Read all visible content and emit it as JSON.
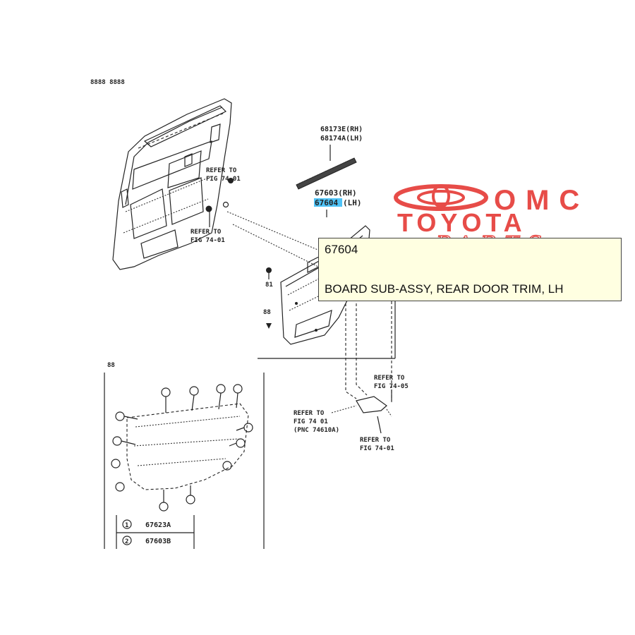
{
  "header_label": "8888 8888",
  "labels": {
    "refer1_l1": "REFER TO",
    "refer1_l2": "FIG 74 01",
    "refer2_l1": "REFER TO",
    "refer2_l2": "FIG 74-01",
    "part_68173": "68173E(RH)",
    "part_68174": "68174A(LH)",
    "part_67603": "67603(RH)",
    "part_67604": "67604",
    "part_67604_side": "(LH)",
    "clip_mark1": "81",
    "clip_mark2": "88",
    "refer3_l1": "REFER TO",
    "refer3_l2": "FIG 74-05",
    "refer4_l1": "REFER TO",
    "refer4_l2": "FIG 74 01",
    "refer4_l3": "(PNC 74610A)",
    "refer5_l1": "REFER TO",
    "refer5_l2": "FIG 74-01",
    "inset_tag": "88",
    "legend_1_part": "67623A",
    "legend_2_part": "67603B"
  },
  "callout": {
    "part_number": "67604",
    "description": "BOARD SUB-ASSY, REAR DOOR TRIM, LH"
  },
  "watermark": {
    "brand": "OMC",
    "line2": "TOYOTA",
    "line3": "PARTS",
    "color": "#e53935"
  }
}
